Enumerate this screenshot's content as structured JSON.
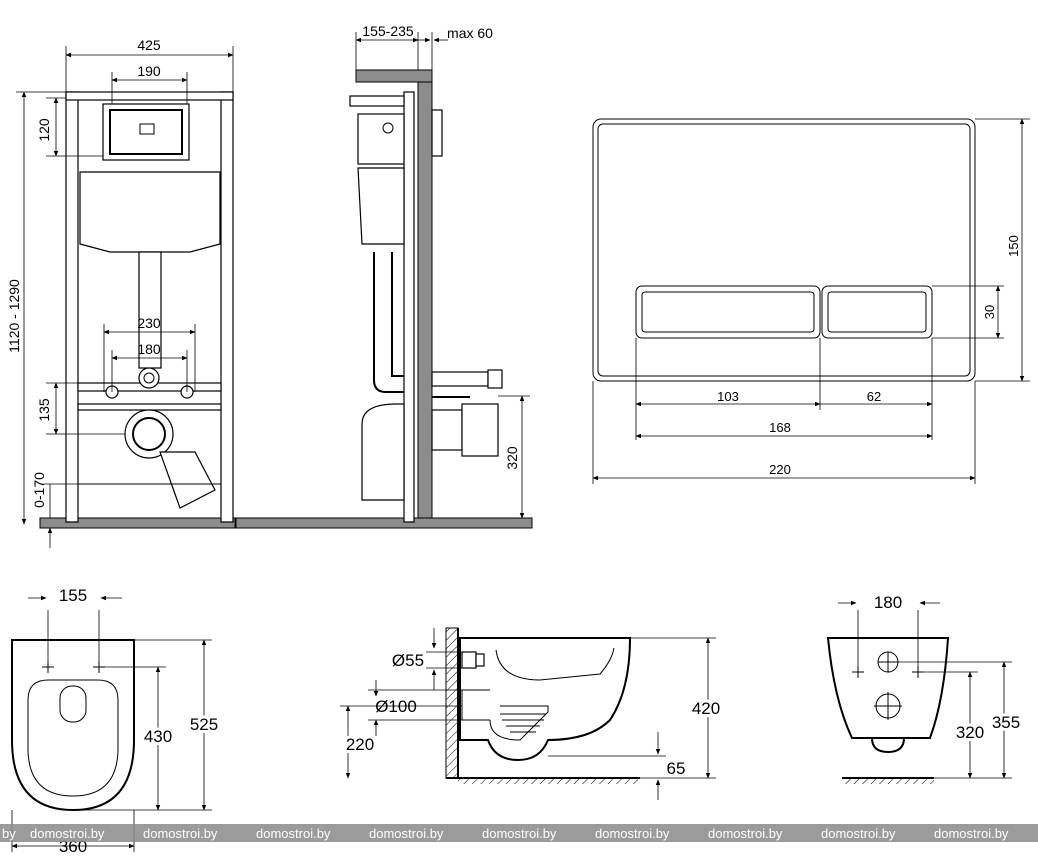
{
  "frame_front": {
    "width": "425",
    "bracket_width": "190",
    "top_offset": "120",
    "height_range": "1120 - 1290",
    "pipe_spacing_outer": "230",
    "pipe_spacing_inner": "180",
    "drain_offset": "135",
    "leg_adjust": "0-170"
  },
  "frame_side": {
    "depth_range": "155-235",
    "max_wall": "max 60",
    "drain_height": "320"
  },
  "flush_plate": {
    "height": "150",
    "button_height": "30",
    "left_button": "103",
    "right_button": "62",
    "buttons_total": "168",
    "width": "220"
  },
  "bowl_top": {
    "hole_spacing": "155",
    "depth_inner": "430",
    "depth_total": "525",
    "width": "360"
  },
  "bowl_side": {
    "inlet": "Ø55",
    "outlet": "Ø100",
    "outlet_height": "220",
    "height": "420",
    "bottom": "65"
  },
  "bowl_back": {
    "hole_spacing": "180",
    "outlet_height": "320",
    "inlet_height": "355"
  },
  "watermark": {
    "text": "domostroi.by",
    "prefix": "by"
  }
}
